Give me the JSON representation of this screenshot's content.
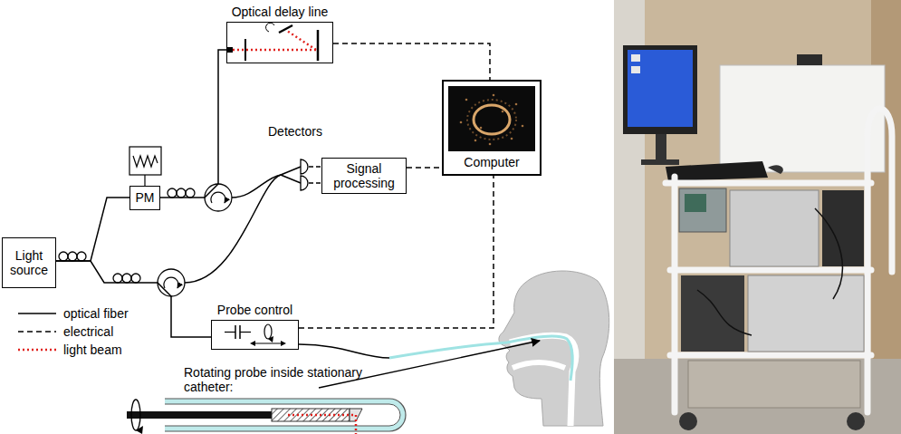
{
  "diagram": {
    "nodes": [
      {
        "text": [
          "Light source"
        ]
      },
      {
        "text": [
          "PM"
        ]
      },
      {
        "text": [
          "Optical delay line"
        ]
      },
      {
        "text": [
          "Signal processing"
        ]
      },
      {
        "text": [
          "Computer"
        ]
      },
      {
        "text": [
          "Probe control"
        ]
      }
    ],
    "edges": [
      {
        "from": 0,
        "to": 1,
        "arrow": "none"
      },
      {
        "from": 1,
        "to": 2,
        "arrow": "none"
      },
      {
        "from": 0,
        "to": 5,
        "arrow": "none"
      },
      {
        "from": 3,
        "to": 4,
        "arrow": "none"
      },
      {
        "from": 2,
        "to": 4,
        "arrow": "none"
      },
      {
        "from": 5,
        "to": 4,
        "arrow": "none"
      }
    ],
    "labels": [
      "Detectors",
      "Rotating probe inside stationary catheter:"
    ],
    "legend": [
      {
        "text": "optical fiber"
      },
      {
        "text": "electrical"
      },
      {
        "text": "light beam"
      }
    ]
  }
}
